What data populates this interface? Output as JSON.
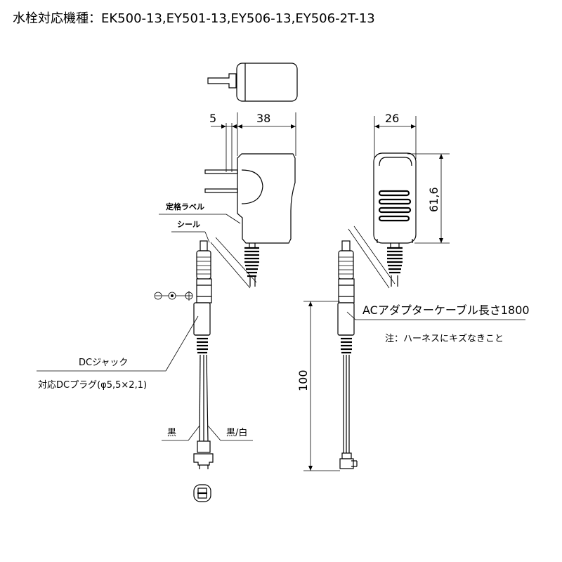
{
  "title": "水栓対応機種：EK500-13,EY501-13,EY506-13,EY506-2T-13",
  "dimensions": {
    "plug_prong": "5",
    "body_depth": "38",
    "body_width": "26",
    "body_height": "61,6",
    "cable_end": "100"
  },
  "labels": {
    "rating_label": "定格ラベル",
    "seal": "シール",
    "dc_jack": "DCジャック",
    "dc_plug": "対応DCプラグ(φ5,5×2,1)",
    "black": "黒",
    "black_white": "黒/白",
    "cable_length": "ACアダプターケーブル長さ1800",
    "note": "注：ハーネスにキズなきこと"
  }
}
